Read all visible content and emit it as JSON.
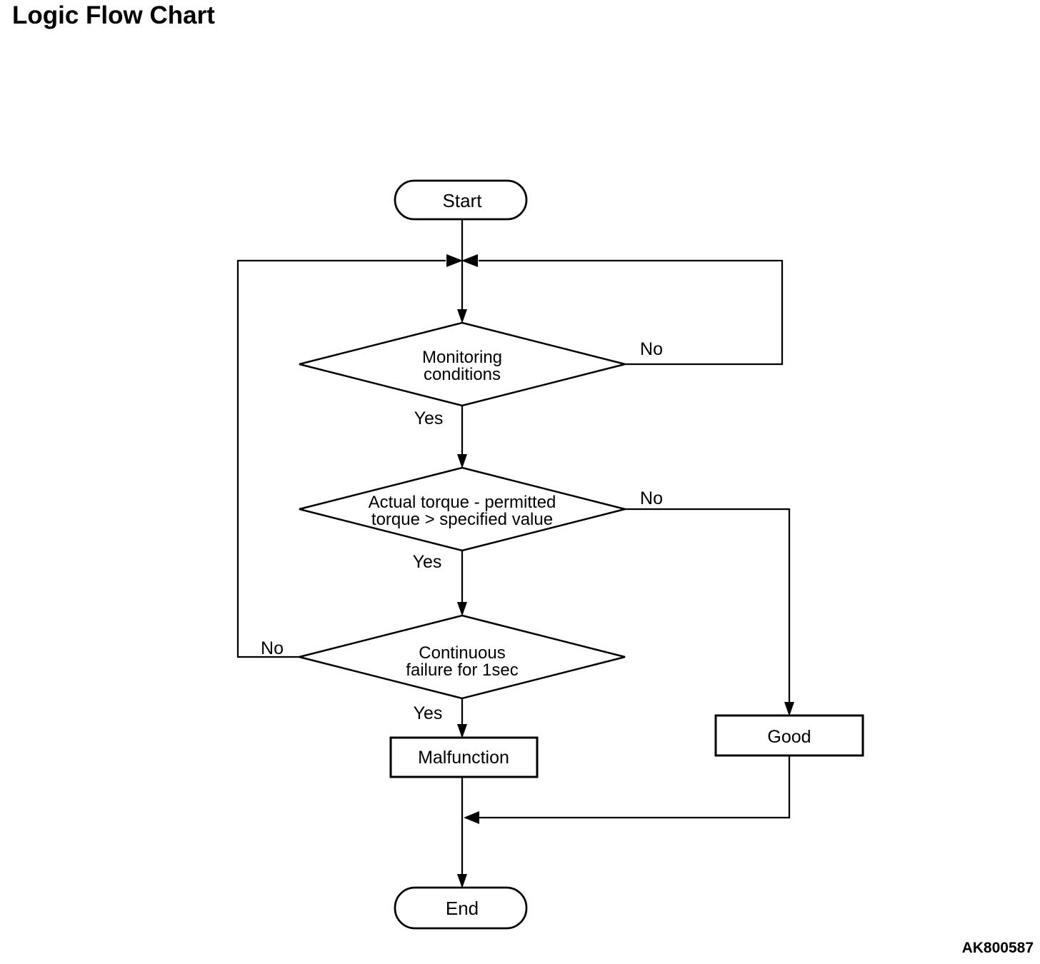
{
  "page": {
    "title": "Logic Flow Chart",
    "figure_code": "AK800587"
  },
  "flowchart": {
    "terminals": {
      "start_label": "Start",
      "end_label": "End"
    },
    "decisions": [
      {
        "line1": "Monitoring",
        "line2": "conditions",
        "yes_label": "Yes",
        "no_label": "No"
      },
      {
        "line1": "Actual torque - permitted",
        "line2": "torque > specified value",
        "yes_label": "Yes",
        "no_label": "No"
      },
      {
        "line1": "Continuous",
        "line2": "failure for 1sec",
        "yes_label": "Yes",
        "no_label": "No"
      }
    ],
    "results": {
      "malfunction_label": "Malfunction",
      "good_label": "Good"
    },
    "colors": {
      "line": "#000000",
      "background": "#ffffff",
      "text": "#000000"
    }
  }
}
